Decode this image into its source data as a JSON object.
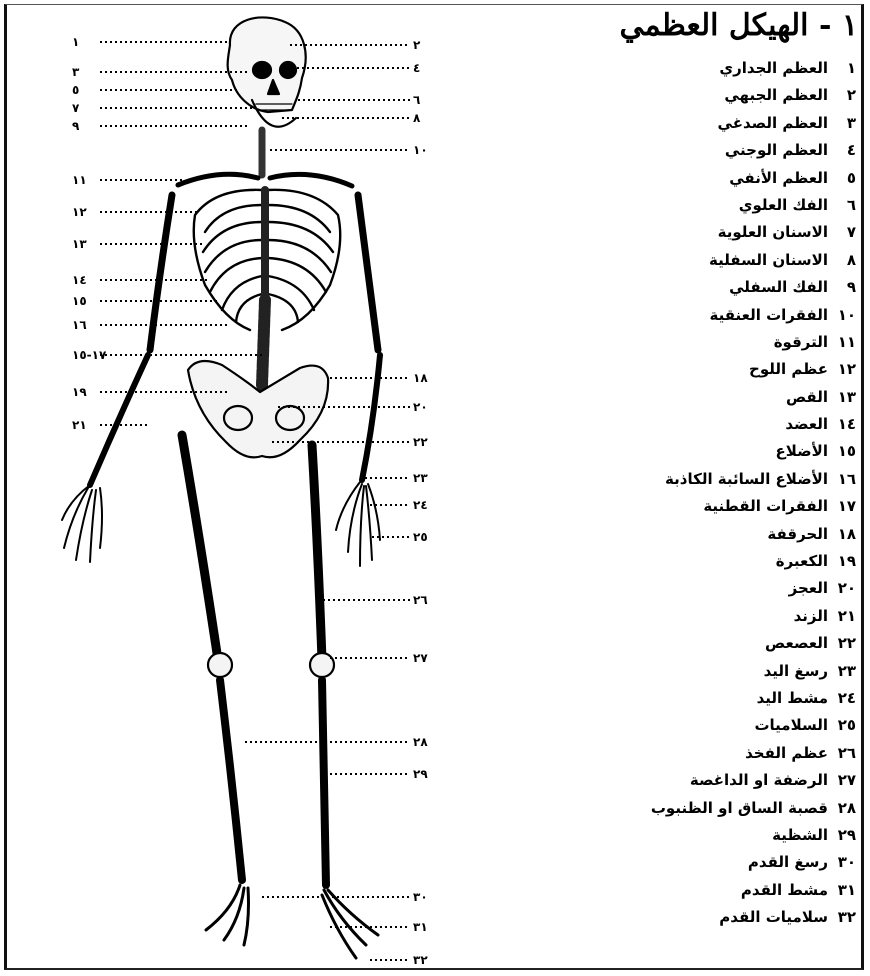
{
  "title_number": "١ -",
  "title": "الهيكل العظمي",
  "legend": [
    {
      "num": "١",
      "text": "العظم الجداري"
    },
    {
      "num": "٢",
      "text": "العظم الجبهي"
    },
    {
      "num": "٣",
      "text": "العظم الصدغي"
    },
    {
      "num": "٤",
      "text": "العظم الوجني"
    },
    {
      "num": "٥",
      "text": "العظم الأنفي"
    },
    {
      "num": "٦",
      "text": "الفك العلوي"
    },
    {
      "num": "٧",
      "text": "الاسنان العلوية"
    },
    {
      "num": "٨",
      "text": "الاسنان السفلية"
    },
    {
      "num": "٩",
      "text": "الفك السفلي"
    },
    {
      "num": "١٠",
      "text": "الفقرات العنقية"
    },
    {
      "num": "١١",
      "text": "الترقوة"
    },
    {
      "num": "١٢",
      "text": "عظم اللوح"
    },
    {
      "num": "١٣",
      "text": "القص"
    },
    {
      "num": "١٤",
      "text": "العضد"
    },
    {
      "num": "١٥",
      "text": "الأضلاع"
    },
    {
      "num": "١٦",
      "text": "الأضلاع السائبة الكاذبة"
    },
    {
      "num": "١٧",
      "text": "الفقرات القطنية"
    },
    {
      "num": "١٨",
      "text": "الحرقفة"
    },
    {
      "num": "١٩",
      "text": "الكعبرة"
    },
    {
      "num": "٢٠",
      "text": "العجز"
    },
    {
      "num": "٢١",
      "text": "الزند"
    },
    {
      "num": "٢٢",
      "text": "العصعص"
    },
    {
      "num": "٢٣",
      "text": "رسغ اليد"
    },
    {
      "num": "٢٤",
      "text": "مشط اليد"
    },
    {
      "num": "٢٥",
      "text": "السلاميات"
    },
    {
      "num": "٢٦",
      "text": "عظم الفخذ"
    },
    {
      "num": "٢٧",
      "text": "الرضفة او الداغصة"
    },
    {
      "num": "٢٨",
      "text": "قصبة الساق او الظنبوب"
    },
    {
      "num": "٢٩",
      "text": "الشظية"
    },
    {
      "num": "٣٠",
      "text": "رسغ القدم"
    },
    {
      "num": "٣١",
      "text": "مشط القدم"
    },
    {
      "num": "٣٢",
      "text": "سلاميات القدم"
    }
  ],
  "left_labels": [
    "١",
    "٣",
    "٥",
    "٧",
    "٩",
    "١١",
    "١٢",
    "١٣",
    "١٤",
    "١٥",
    "١٦",
    "١٧-١٥",
    "١٩",
    "٢١"
  ],
  "right_labels": [
    "٢",
    "٤",
    "٦",
    "٨",
    "١٠",
    "١٨",
    "٢٠",
    "٢٢",
    "٢٣",
    "٢٤",
    "٢٥",
    "٢٦",
    "٢٧",
    "٢٨",
    "٢٩",
    "٣٠",
    "٣١",
    "٣٢"
  ]
}
